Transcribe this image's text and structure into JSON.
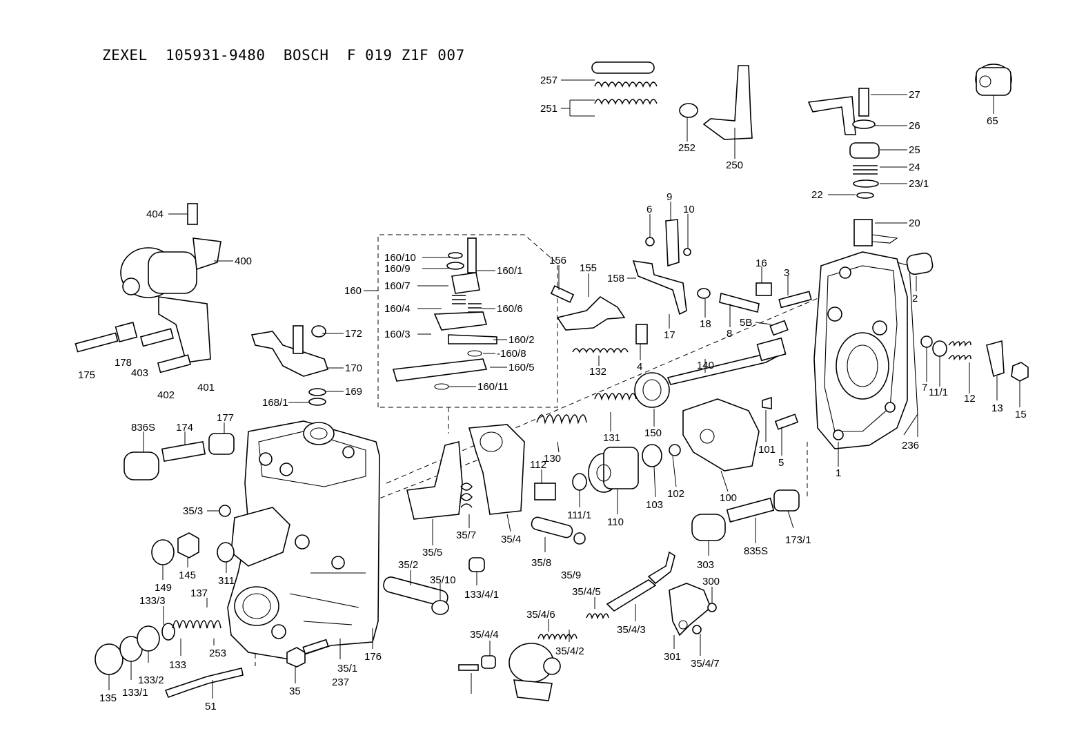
{
  "title": "ZEXEL  105931-9480  BOSCH  F 019 Z1F 007",
  "callouts": [
    "257",
    "251",
    "252",
    "250",
    "27",
    "26",
    "25",
    "24",
    "23/1",
    "22",
    "20",
    "65",
    "404",
    "400",
    "175",
    "178",
    "403",
    "402",
    "401",
    "172",
    "170",
    "169",
    "168/1",
    "160",
    "160/10",
    "160/9",
    "160/1",
    "160/7",
    "160/4",
    "160/6",
    "160/3",
    "160/2",
    "-160/8",
    "160/5",
    "160/11",
    "156",
    "155",
    "158",
    "132",
    "9",
    "10",
    "6",
    "4",
    "18",
    "17",
    "8",
    "5B",
    "16",
    "3",
    "140",
    "2",
    "7",
    "11/1",
    "12",
    "13",
    "15",
    "236",
    "1",
    "5",
    "101",
    "100",
    "150",
    "131",
    "130",
    "102",
    "103",
    "110",
    "111/1",
    "112",
    "836S",
    "174",
    "177",
    "35/3",
    "149",
    "145",
    "311",
    "35/5",
    "35/7",
    "35/4",
    "35/8",
    "35/9",
    "35/2",
    "35/10",
    "133/4/1",
    "133/3",
    "137",
    "135",
    "133/1",
    "133/2",
    "133",
    "253",
    "51",
    "35",
    "35/1",
    "237",
    "176",
    "173/1",
    "835S",
    "303",
    "300",
    "301",
    "35/4/7",
    "35/4/5",
    "35/4/6",
    "35/4/2",
    "35/4/3",
    "35/4/4"
  ]
}
